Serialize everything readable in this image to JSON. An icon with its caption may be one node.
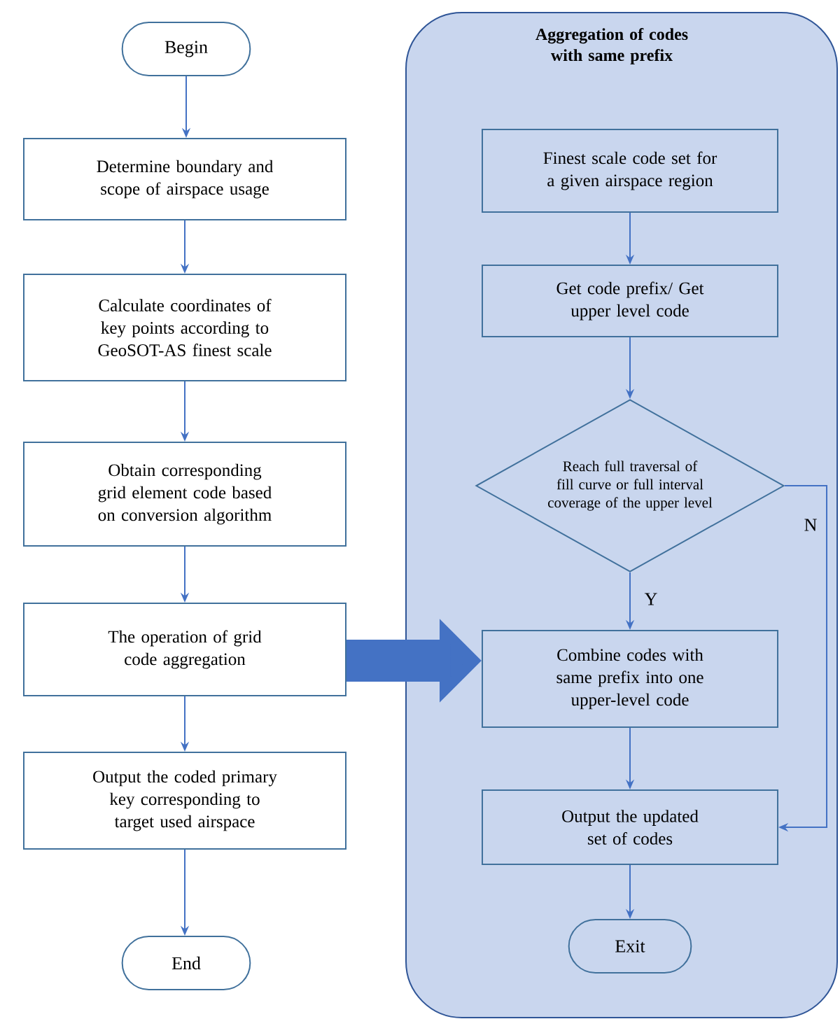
{
  "diagram": {
    "nodes": [
      {
        "text": [
          "Begin"
        ]
      },
      {
        "text": [
          "Determine boundary and scope of airspace usage"
        ]
      },
      {
        "text": [
          "Calculate coordinates of key points according to GeoSOT-AS finest scale"
        ]
      },
      {
        "text": [
          "Obtain corresponding grid element code based on conversion algorithm"
        ]
      },
      {
        "text": [
          "The operation of grid code aggregation"
        ]
      },
      {
        "text": [
          "Output the coded primary key corresponding to target used airspace"
        ]
      },
      {
        "text": [
          "End"
        ]
      },
      {
        "text": [
          "Aggregation of codes with same prefix"
        ]
      },
      {
        "text": [
          "Finest scale code set for a given airspace region"
        ],
        "in": 7
      },
      {
        "text": [
          "Get code prefix/ Get upper level code"
        ],
        "in": 7
      },
      {
        "text": [
          "Reach full traversal of fill curve or full interval coverage of the upper level"
        ],
        "in": 7
      },
      {
        "text": [
          "Combine codes with same prefix into one upper-level code"
        ],
        "in": 7
      },
      {
        "text": [
          "Output the updated set of codes"
        ],
        "in": 7
      },
      {
        "text": [
          "Exit"
        ],
        "in": 7
      }
    ],
    "edges": [
      {
        "from": 0,
        "to": 1,
        "arrow": "to"
      },
      {
        "from": 1,
        "to": 2,
        "arrow": "to"
      },
      {
        "from": 2,
        "to": 3,
        "arrow": "to"
      },
      {
        "from": 3,
        "to": 4,
        "arrow": "to"
      },
      {
        "from": 4,
        "to": 5,
        "arrow": "to"
      },
      {
        "from": 5,
        "to": 6,
        "arrow": "to"
      },
      {
        "from": 4,
        "to": 11,
        "arrow": "to",
        "style": "thick",
        "color": "#4472c4"
      },
      {
        "from": 8,
        "to": 9,
        "arrow": "to"
      },
      {
        "from": 9,
        "to": 10,
        "arrow": "to"
      },
      {
        "from": 10,
        "to": 11,
        "arrow": "to",
        "label": "Y"
      },
      {
        "from": 11,
        "to": 12,
        "arrow": "to"
      },
      {
        "from": 12,
        "to": 13,
        "arrow": "to"
      },
      {
        "from": 10,
        "to": 12,
        "arrow": "to",
        "label": "N"
      }
    ]
  }
}
